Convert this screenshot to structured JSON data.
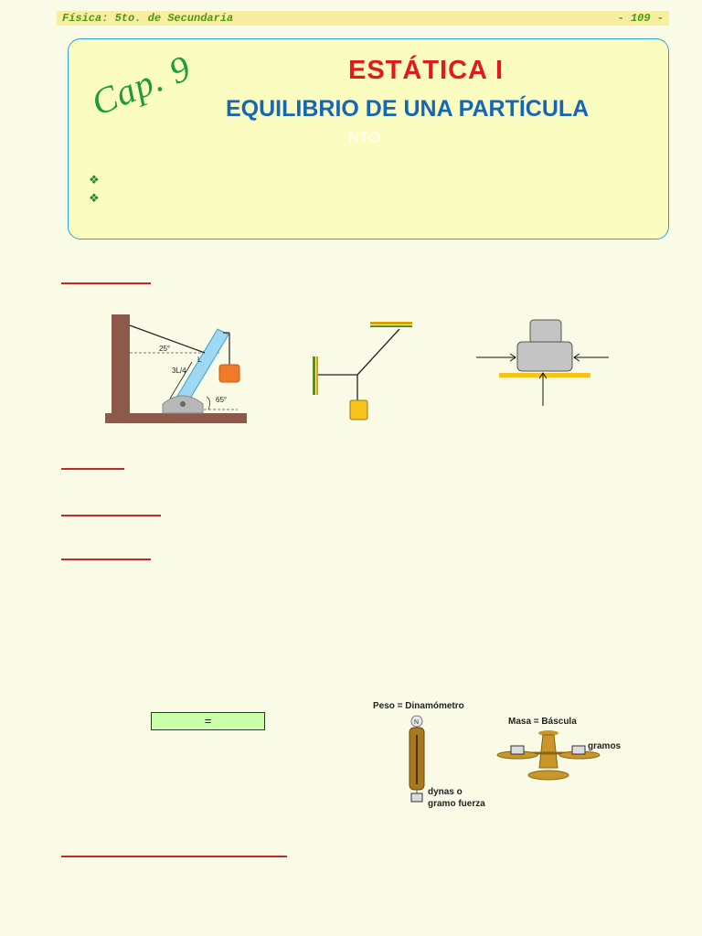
{
  "header": {
    "subject": "Física:  5to. de Secundaria",
    "page": "- 109 -"
  },
  "title_box": {
    "chapter": "Cap. 9",
    "title": "ESTÁTICA  I",
    "subtitle": "EQUILIBRIO DE UNA PARTÍCULA",
    "faint_text": "NTO",
    "bullets": [
      "❖",
      "❖"
    ]
  },
  "figure1": {
    "angle_top": "25°",
    "label_L": "L",
    "label_3L4": "3L/4",
    "angle_bottom": "65°"
  },
  "formula": {
    "text": "="
  },
  "instruments": {
    "weight_label": "Peso = Dinamómetro",
    "weight_unit_line1": "dynas o",
    "weight_unit_line2": "gramo fuerza",
    "mass_label": "Masa = Báscula",
    "mass_unit": "gramos",
    "dial_letter": "N"
  },
  "colors": {
    "header_text": "#4a9a12",
    "title_red": "#e11b1b",
    "subtitle_blue": "#1566b7",
    "box_border": "#2ea3de",
    "underline_red": "#c62828"
  }
}
